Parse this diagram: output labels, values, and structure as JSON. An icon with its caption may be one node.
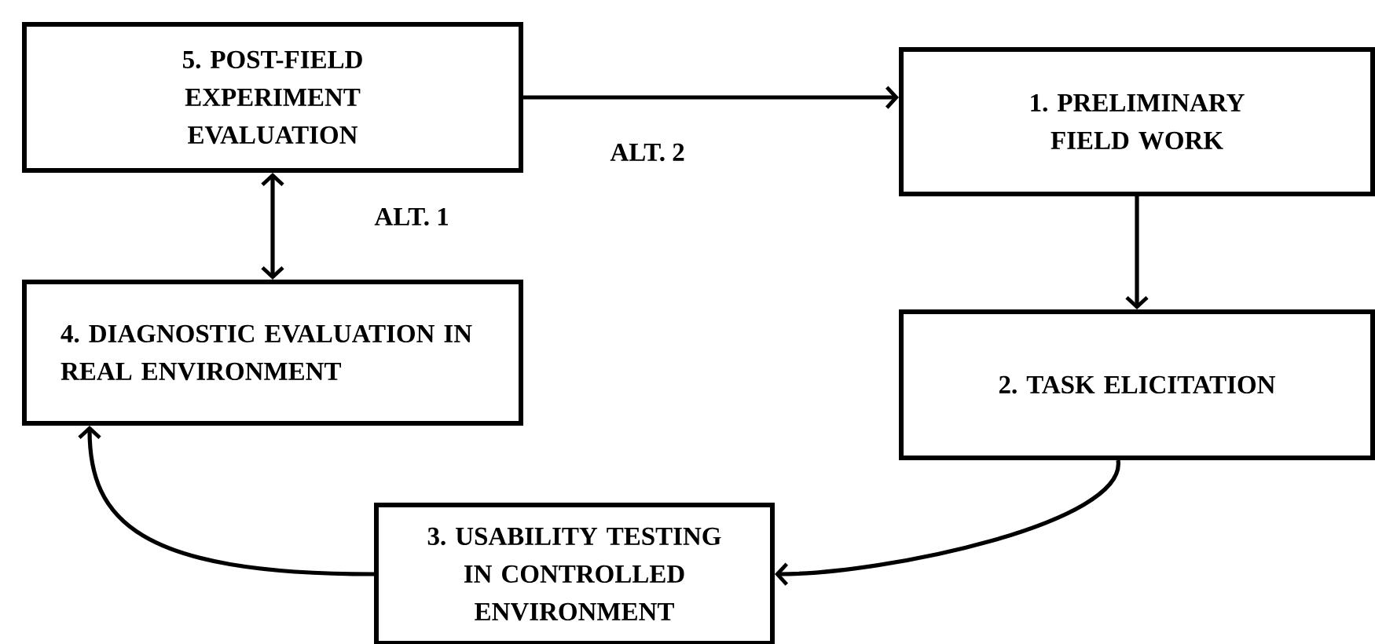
{
  "diagram": {
    "nodes": [
      {
        "text": [
          "5. POST-FIELD EXPERIMENT EVALUATION"
        ]
      },
      {
        "text": [
          "1.   PRELIMINARY FIELD WORK"
        ]
      },
      {
        "text": [
          "4. DIAGNOSTIC EVALUATION IN REAL ENVIRONMENT"
        ]
      },
      {
        "text": [
          "2. TASK ELICITATION"
        ]
      },
      {
        "text": [
          "3. USABILITY TESTING IN CONTROLLED ENVIRONMENT"
        ]
      }
    ],
    "edges": [
      {
        "from": 0,
        "to": 1,
        "arrow": "to",
        "label": "ALT. 2"
      },
      {
        "from": 0,
        "to": 2,
        "arrow": "both",
        "label": "ALT. 1"
      },
      {
        "from": 1,
        "to": 3,
        "arrow": "to"
      },
      {
        "from": 3,
        "to": 4,
        "arrow": "to"
      },
      {
        "from": 4,
        "to": 2,
        "arrow": "to"
      }
    ]
  }
}
